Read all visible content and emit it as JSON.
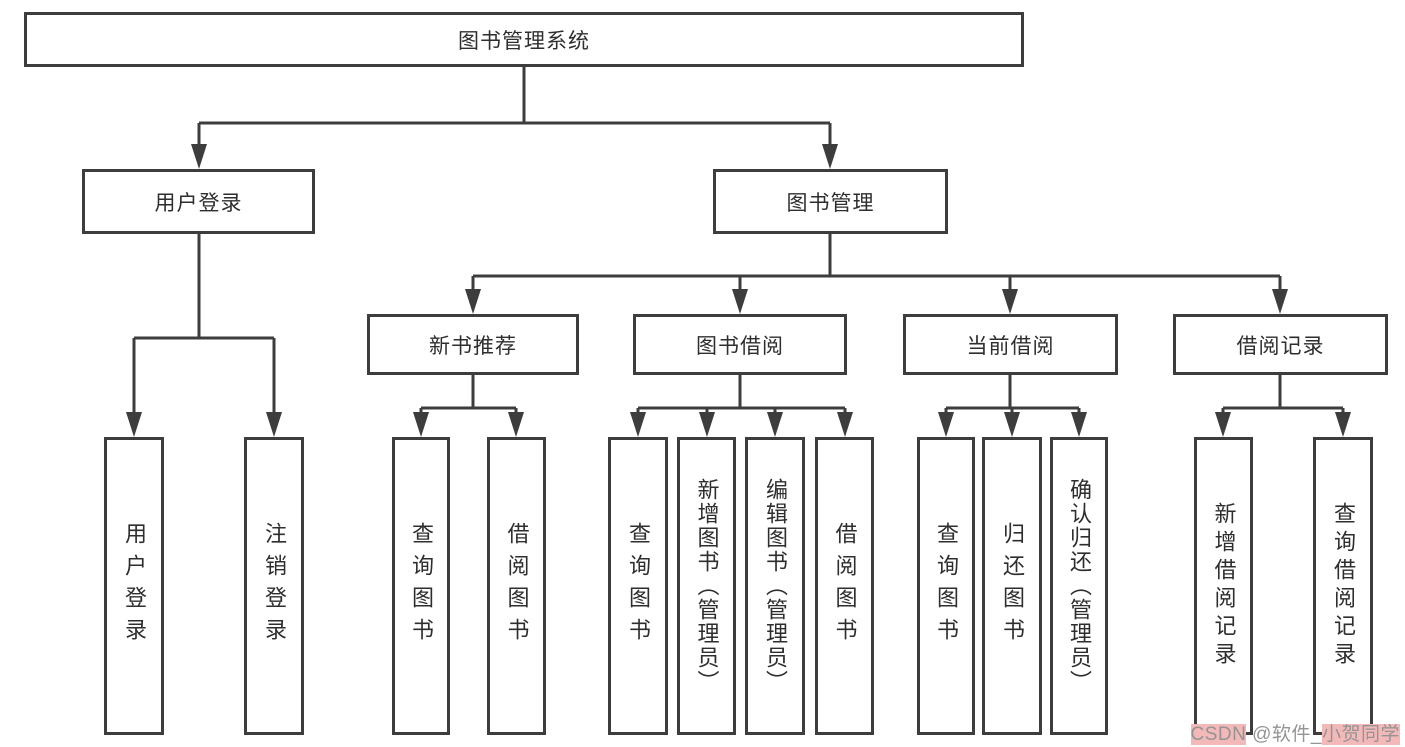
{
  "diagram": {
    "title": "图书管理系统",
    "root": "图书管理系统",
    "l2": {
      "login": "用户登录",
      "mgmt": "图书管理"
    },
    "l3": {
      "newbook": "新书推荐",
      "borrow": "图书借阅",
      "current": "当前借阅",
      "record": "借阅记录"
    },
    "leaves": {
      "login": "用户登录",
      "logout": "注销登录",
      "nb_query": "查询图书",
      "nb_borrow": "借阅图书",
      "bb_query": "查询图书",
      "bb_add": "新增图书（管理员）",
      "bb_edit": "编辑图书（管理员）",
      "bb_borrow": "借阅图书",
      "cb_query": "查询图书",
      "cb_return": "归还图书",
      "cb_confirm": "确认归还（管理员）",
      "br_add": "新增借阅记录",
      "br_query": "查询借阅记录"
    }
  },
  "watermark": {
    "parts": [
      {
        "text": "CSDN",
        "highlight": true
      },
      {
        "text": " @软件_",
        "highlight": false
      },
      {
        "text": "小贺同学",
        "highlight": true
      }
    ]
  },
  "colors": {
    "line": "#3d3d3d",
    "text": "#2e2e2e",
    "watermark_text": "#949494",
    "watermark_highlight": "#f3b9b9"
  }
}
